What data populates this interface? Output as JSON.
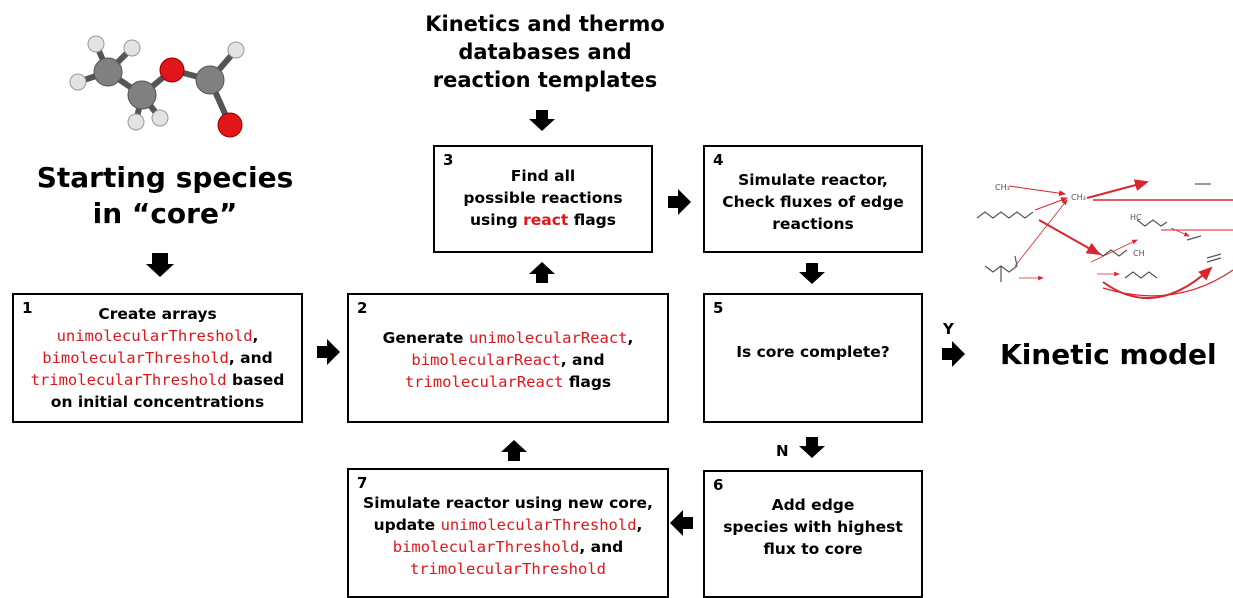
{
  "databases": [
    "Kinetics and thermo",
    "databases and",
    "reaction templates"
  ],
  "starting": [
    "Starting species",
    "in “core”"
  ],
  "kinetic_model": "Kinetic model",
  "yes_label": "Y",
  "no_label": "N",
  "molecule": {
    "description": "ethyl formate ball-and-stick",
    "atom_colors": {
      "carbon": "#7a7a7a",
      "oxygen": "#e0161b",
      "hydrogen": "#e8e8e8"
    }
  },
  "boxes": {
    "b1": {
      "num": "1",
      "l1": "Create arrays",
      "t1": "unimolecularThreshold",
      "s1": ",",
      "t2": "bimolecularThreshold",
      "s2": ", and",
      "t3": "trimolecularThreshold",
      "s3": " based",
      "l5": "on initial concentrations"
    },
    "b2": {
      "num": "2",
      "p1": "Generate ",
      "t1": "unimolecularReact",
      "s1": ",",
      "t2": "bimolecularReact",
      "s2": ", and",
      "t3": "trimolecularReact",
      "s3": " flags"
    },
    "b3": {
      "num": "3",
      "l1": "Find all",
      "l2": "possible reactions",
      "p3": "using ",
      "react": "react",
      "s3": " flags"
    },
    "b4": {
      "num": "4",
      "l1": "Simulate reactor,",
      "l2": "Check fluxes of edge",
      "l3": "reactions"
    },
    "b5": {
      "num": "5",
      "l1": "Is core complete?"
    },
    "b6": {
      "num": "6",
      "l1": "Add edge",
      "l2": "species with highest",
      "l3": "flux to core"
    },
    "b7": {
      "num": "7",
      "l1": "Simulate reactor using new core,",
      "p2": "update ",
      "t1": "unimolecularThreshold",
      "s1": ",",
      "t2": "bimolecularThreshold",
      "s2": ", and",
      "t3": "trimolecularThreshold"
    }
  },
  "network_labels": {
    "ch3_a": "CH₃",
    "ch3_b": "CH₃",
    "hc": "HC",
    "ch": "CH"
  },
  "colors": {
    "accent_red": "#e0161b",
    "network_red": "#d9262e"
  }
}
